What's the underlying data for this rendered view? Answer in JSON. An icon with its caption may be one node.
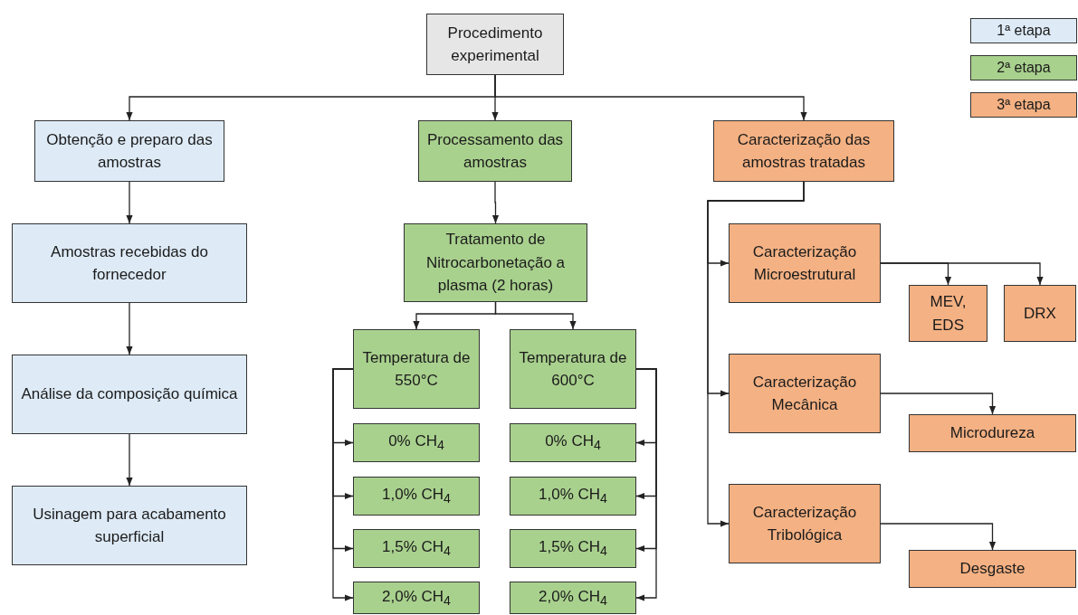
{
  "diagram": {
    "nodes": [
      {
        "text": [
          "Procedimento experimental"
        ]
      },
      {
        "text": [
          "Obtenção e preparo das amostras"
        ]
      },
      {
        "text": [
          "Processamento das amostras"
        ]
      },
      {
        "text": [
          "Caracterização das amostras tratadas"
        ]
      },
      {
        "text": [
          "Amostras recebidas do fornecedor"
        ]
      },
      {
        "text": [
          "Análise da composição química"
        ]
      },
      {
        "text": [
          "Usinagem para acabamento superficial"
        ]
      },
      {
        "text": [
          "Tratamento de Nitrocarbonetação a plasma (2 horas)"
        ]
      },
      {
        "text": [
          "Temperatura de 550°C"
        ]
      },
      {
        "text": [
          "Temperatura de 600°C"
        ]
      },
      {
        "text": [
          "0% CH$_{4}$"
        ]
      },
      {
        "text": [
          "1,0% CH$_{4}$"
        ]
      },
      {
        "text": [
          "1,5% CH$_{4}$"
        ]
      },
      {
        "text": [
          "2,0% CH$_{4}$"
        ]
      },
      {
        "text": [
          "0% CH$_{4}$"
        ]
      },
      {
        "text": [
          "1,0% CH$_{4}$"
        ]
      },
      {
        "text": [
          "1,5% CH$_{4}$"
        ]
      },
      {
        "text": [
          "2,0% CH$_{4}$"
        ]
      },
      {
        "text": [
          "Caracterização Microestrutural"
        ]
      },
      {
        "text": [
          "Caracterização Mecânica"
        ]
      },
      {
        "text": [
          "Caracterização Tribológica"
        ]
      },
      {
        "text": [
          "MEV, EDS"
        ]
      },
      {
        "text": [
          "DRX"
        ]
      },
      {
        "text": [
          "Microdureza"
        ]
      },
      {
        "text": [
          "Desgaste"
        ]
      }
    ],
    "edges": [
      {
        "from": 0,
        "to": 1,
        "arrow": "to"
      },
      {
        "from": 0,
        "to": 2,
        "arrow": "to"
      },
      {
        "from": 0,
        "to": 3,
        "arrow": "to"
      },
      {
        "from": 1,
        "to": 4,
        "arrow": "to"
      },
      {
        "from": 4,
        "to": 5,
        "arrow": "to"
      },
      {
        "from": 5,
        "to": 6,
        "arrow": "to"
      },
      {
        "from": 2,
        "to": 7,
        "arrow": "to"
      },
      {
        "from": 7,
        "to": 8,
        "arrow": "to"
      },
      {
        "from": 7,
        "to": 9,
        "arrow": "to"
      },
      {
        "from": 8,
        "to": 10,
        "arrow": "to"
      },
      {
        "from": 8,
        "to": 11,
        "arrow": "to"
      },
      {
        "from": 8,
        "to": 12,
        "arrow": "to"
      },
      {
        "from": 8,
        "to": 13,
        "arrow": "to"
      },
      {
        "from": 9,
        "to": 14,
        "arrow": "to"
      },
      {
        "from": 9,
        "to": 15,
        "arrow": "to"
      },
      {
        "from": 9,
        "to": 16,
        "arrow": "to"
      },
      {
        "from": 9,
        "to": 17,
        "arrow": "to"
      },
      {
        "from": 3,
        "to": 18,
        "arrow": "to"
      },
      {
        "from": 3,
        "to": 19,
        "arrow": "to"
      },
      {
        "from": 3,
        "to": 20,
        "arrow": "to"
      },
      {
        "from": 18,
        "to": 21,
        "arrow": "to"
      },
      {
        "from": 18,
        "to": 22,
        "arrow": "to"
      },
      {
        "from": 19,
        "to": 23,
        "arrow": "to"
      },
      {
        "from": 20,
        "to": 24,
        "arrow": "to"
      }
    ],
    "legend": [
      {
        "text": "1ª etapa",
        "color": "#deebf7"
      },
      {
        "text": "2ª etapa",
        "color": "#a9d18e"
      },
      {
        "text": "3ª etapa",
        "color": "#f4b183"
      }
    ]
  }
}
